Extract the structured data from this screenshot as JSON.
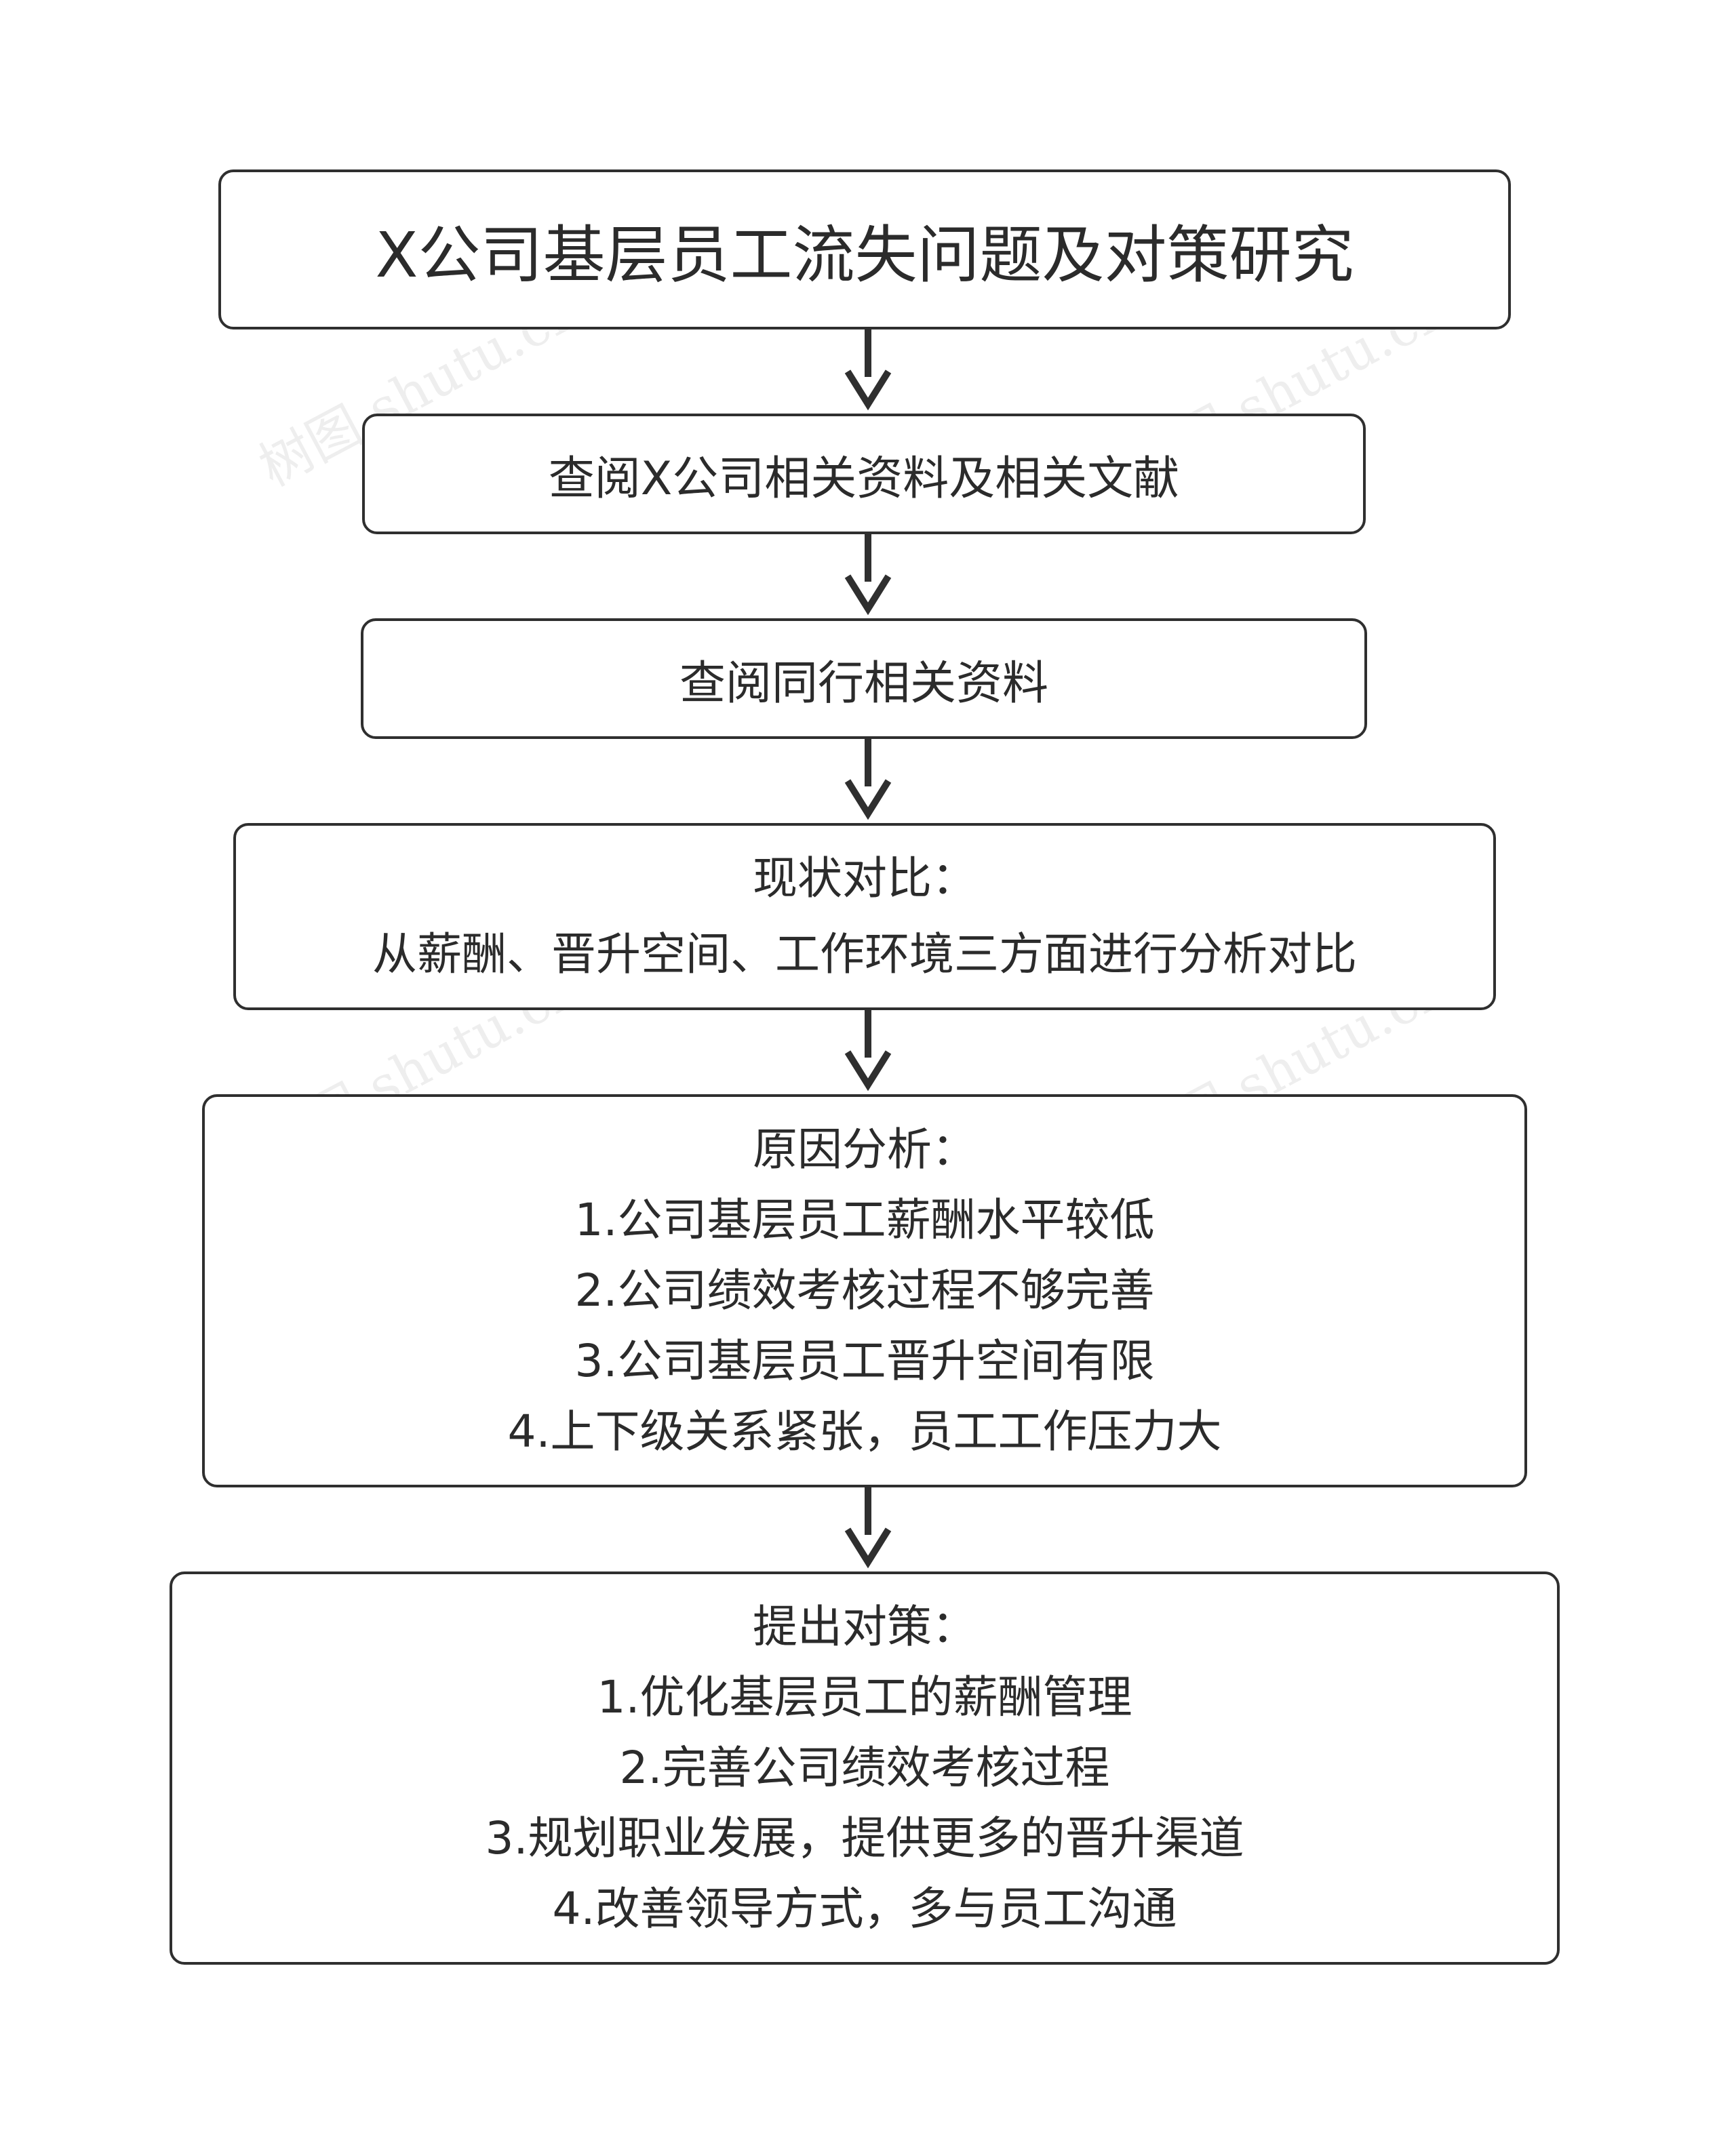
{
  "watermark": "树图 shutu.cn",
  "nodes": [
    {
      "id": "title",
      "lines": [
        "X公司基层员工流失问题及对策研究"
      ]
    },
    {
      "id": "step1",
      "lines": [
        "查阅X公司相关资料及相关文献"
      ]
    },
    {
      "id": "step2",
      "lines": [
        "查阅同行相关资料"
      ]
    },
    {
      "id": "step3",
      "lines": [
        "现状对比：",
        "从薪酬、晋升空间、工作环境三方面进行分析对比"
      ]
    },
    {
      "id": "step4",
      "lines": [
        "原因分析：",
        "1.公司基层员工薪酬水平较低",
        "2.公司绩效考核过程不够完善",
        "3.公司基层员工晋升空间有限",
        "4.上下级关系紧张，员工工作压力大"
      ]
    },
    {
      "id": "step5",
      "lines": [
        "提出对策：",
        "1.优化基层员工的薪酬管理",
        "2.完善公司绩效考核过程",
        "3.规划职业发展，提供更多的晋升渠道",
        "4.改善领导方式，多与员工沟通"
      ]
    }
  ]
}
